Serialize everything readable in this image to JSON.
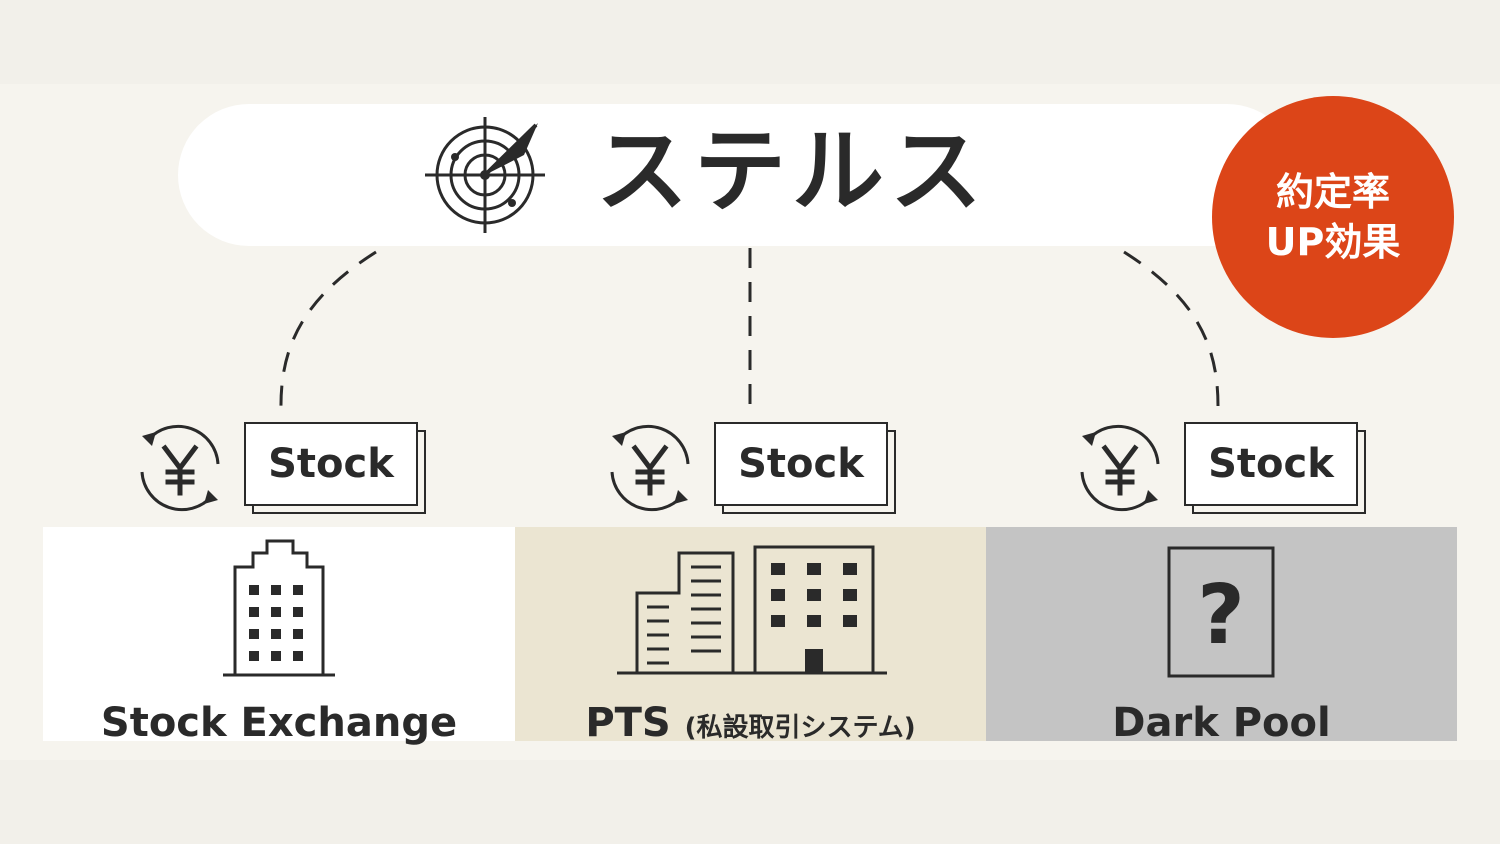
{
  "header": {
    "title": "ステルス",
    "badge_line1": "約定率",
    "badge_line2": "UP効果"
  },
  "venues": [
    {
      "stock_label": "Stock",
      "name": "Stock Exchange",
      "name_sub": ""
    },
    {
      "stock_label": "Stock",
      "name": "PTS ",
      "name_sub": "(私設取引システム)"
    },
    {
      "stock_label": "Stock",
      "name": "Dark Pool",
      "name_sub": ""
    }
  ],
  "colors": {
    "badge": "#dc4518",
    "panel_exchange": "#ffffff",
    "panel_pts": "#ebe5d2",
    "panel_darkpool": "#c4c4c4",
    "ink": "#2a2a2a"
  },
  "icons": [
    "radar-icon",
    "yen-exchange-icon",
    "building-icon",
    "office-buildings-icon",
    "question-box-icon"
  ]
}
